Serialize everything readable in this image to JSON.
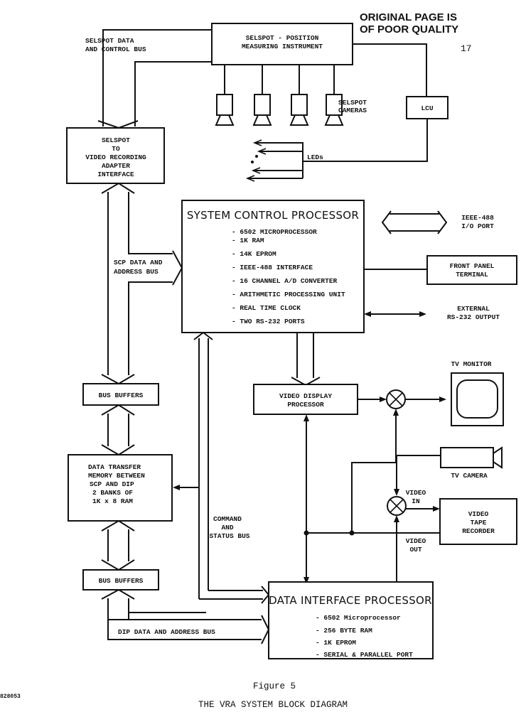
{
  "header": {
    "stamp_line1": "ORIGINAL PAGE IS",
    "stamp_line2": "OF POOR QUALITY",
    "page_number": "17"
  },
  "blocks": {
    "selspot_instrument": [
      "SELSPOT - POSITION",
      "MEASURING INSTRUMENT"
    ],
    "selspot_bus_label": [
      "SELSPOT DATA",
      "AND CONTROL BUS"
    ],
    "selspot_cameras_label": [
      "SELSPOT",
      "CAMERAS"
    ],
    "lcu": "LCU",
    "leds_label": "LEDs",
    "adapter": [
      "SELSPOT",
      "TO",
      "VIDEO RECORDING",
      "ADAPTER",
      "INTERFACE"
    ],
    "scp": {
      "title": "SYSTEM CONTROL PROCESSOR",
      "items": [
        "- 6502 MICROPROCESSOR",
        "- 1K RAM",
        "- 14K EPROM",
        "- IEEE-488 INTERFACE",
        "- 16 CHANNEL A/D CONVERTER",
        "- ARITHMETIC PROCESSING UNIT",
        "- REAL TIME CLOCK",
        "- TWO RS-232 PORTS"
      ]
    },
    "ieee_port_label": [
      "IEEE-488",
      "I/O PORT"
    ],
    "front_panel": [
      "FRONT PANEL",
      "TERMINAL"
    ],
    "rs232_label": [
      "EXTERNAL",
      "RS-232 OUTPUT"
    ],
    "scp_bus_label": [
      "SCP DATA AND",
      "ADDRESS BUS"
    ],
    "bus_buffers_top": "BUS BUFFERS",
    "bus_buffers_bottom": "BUS BUFFERS",
    "dtm": [
      "DATA TRANSFER",
      "MEMORY BETWEEN",
      "SCP AND DIP",
      "2 BANKS OF",
      "1K x 8 RAM"
    ],
    "command_bus_label": [
      "COMMAND",
      "AND",
      "STATUS BUS"
    ],
    "vdp": [
      "VIDEO DISPLAY",
      "PROCESSOR"
    ],
    "tv_monitor_label": "TV MONITOR",
    "tv_camera_label": "TV CAMERA",
    "video_in_label": [
      "VIDEO",
      "IN"
    ],
    "video_out_label": [
      "VIDEO",
      "OUT"
    ],
    "vtr": [
      "VIDEO",
      "TAPE",
      "RECORDER"
    ],
    "dip": {
      "title": "DATA INTERFACE PROCESSOR",
      "items": [
        "- 6502 Microprocessor",
        "- 256 BYTE RAM",
        "- 1K EPROM",
        "- SERIAL & PARALLEL PORT"
      ]
    },
    "dip_bus_label": "DIP DATA AND ADDRESS BUS"
  },
  "caption": {
    "figure": "Figure 5",
    "title": "THE VRA SYSTEM BLOCK DIAGRAM",
    "code": "828053"
  }
}
